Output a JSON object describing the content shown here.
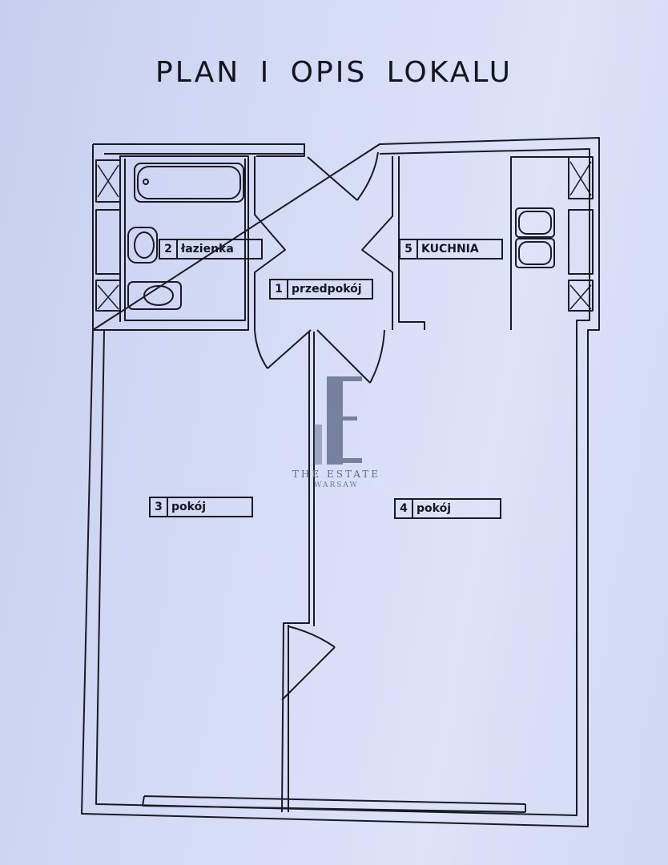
{
  "title": "PLAN I OPIS LOKALU",
  "rooms": [
    {
      "number": "1",
      "name": "przedpokój"
    },
    {
      "number": "2",
      "name": "łazienka"
    },
    {
      "number": "3",
      "name": "pokój"
    },
    {
      "number": "4",
      "name": "pokój"
    },
    {
      "number": "5",
      "name": "KUCHNIA"
    }
  ],
  "watermark": {
    "name": "THE ESTATE",
    "city": "WARSAW"
  },
  "colors": {
    "line": "#1a1a24",
    "paper": "#d3daf5"
  }
}
